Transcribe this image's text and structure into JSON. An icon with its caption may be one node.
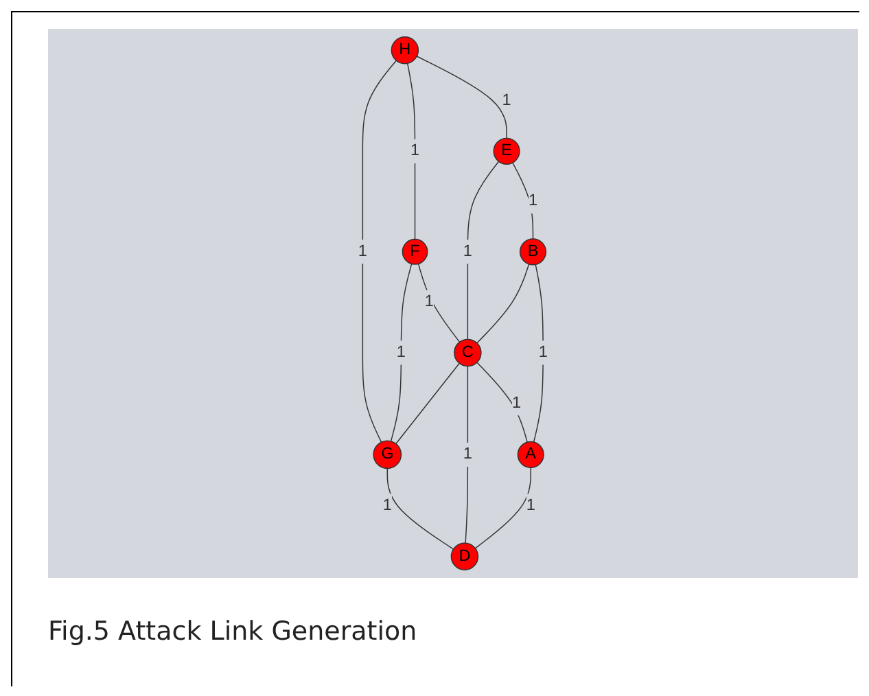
{
  "diagram": {
    "caption": "Fig.5 Attack Link Generation",
    "nodes": [
      {
        "text": [
          "H"
        ]
      },
      {
        "text": [
          "F"
        ]
      },
      {
        "text": [
          "E"
        ]
      },
      {
        "text": [
          "G"
        ]
      },
      {
        "text": [
          "C"
        ]
      },
      {
        "text": [
          "B"
        ]
      },
      {
        "text": [
          "D"
        ]
      },
      {
        "text": [
          "A"
        ]
      }
    ],
    "edges": [
      {
        "from": 0,
        "to": 1,
        "arrow": "none",
        "label": "1"
      },
      {
        "from": 0,
        "to": 2,
        "arrow": "none",
        "label": "1"
      },
      {
        "from": 0,
        "to": 3,
        "arrow": "none",
        "label": "1"
      },
      {
        "from": 1,
        "to": 3,
        "arrow": "none",
        "label": "1"
      },
      {
        "from": 1,
        "to": 4,
        "arrow": "none",
        "label": "1"
      },
      {
        "from": 2,
        "to": 4,
        "arrow": "none",
        "label": "1"
      },
      {
        "from": 2,
        "to": 5,
        "arrow": "none",
        "label": "1"
      },
      {
        "from": 4,
        "to": 3,
        "arrow": "none"
      },
      {
        "from": 3,
        "to": 6,
        "arrow": "none",
        "label": "1"
      },
      {
        "from": 5,
        "to": 4,
        "arrow": "none"
      },
      {
        "from": 4,
        "to": 7,
        "arrow": "none",
        "label": "1"
      },
      {
        "from": 4,
        "to": 6,
        "arrow": "none",
        "label": "1"
      },
      {
        "from": 5,
        "to": 7,
        "arrow": "none",
        "label": "1"
      },
      {
        "from": 7,
        "to": 6,
        "arrow": "none",
        "label": "1"
      }
    ]
  }
}
